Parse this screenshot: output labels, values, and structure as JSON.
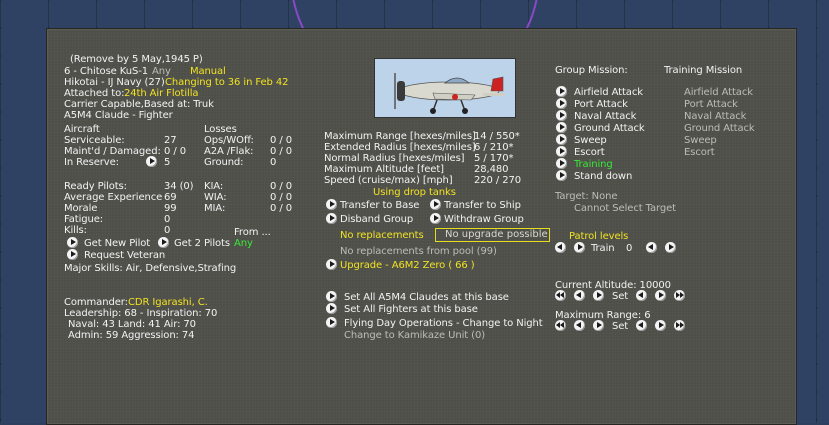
{
  "unit": {
    "remove_by": "(Remove by  5 May,1945  P)",
    "name_line": "6 - Chitose KuS-1",
    "mode_any": "Any",
    "mode_manual": "Manual",
    "hikotai_line": "Hikotai - IJ Navy (27)",
    "changing": "Changing to 36 in Feb 42",
    "attached_label": "Attached to:",
    "attached_value": "24th Air Flotilla",
    "carrier_line": "Carrier Capable,Based at:  Truk",
    "aircraft_type": "A5M4 Claude - Fighter"
  },
  "aircraft": {
    "header": "Aircraft",
    "serviceable_label": "Serviceable:",
    "serviceable_value": "27",
    "maint_label": "Maint'd / Damaged:",
    "maint_value": "0 / 0",
    "reserve_label": "In Reserve:",
    "reserve_value": "5"
  },
  "losses": {
    "header": "Losses",
    "ops_label": "Ops/WOff:",
    "ops_value": "0 / 0",
    "a2a_label": "A2A /Flak:",
    "a2a_value": "0 / 0",
    "ground_label": "Ground:",
    "ground_value": "0"
  },
  "pilots": {
    "ready_label": "Ready Pilots:",
    "ready_value": "34 (0)",
    "exp_label": "Average Experience",
    "exp_value": "69",
    "morale_label": "Morale",
    "morale_value": "99",
    "fatigue_label": "Fatigue:",
    "fatigue_value": "0",
    "kills_label": "Kills:",
    "kills_value": "0",
    "kia_label": "KIA:",
    "kia_value": "0 / 0",
    "wia_label": "WIA:",
    "wia_value": "0 / 0",
    "mia_label": "MIA:",
    "mia_value": "0 / 0",
    "from_label": "From ...",
    "from_value": "Any",
    "get_new_pilot": "Get New Pilot",
    "get_2_pilots": "Get 2 Pilots",
    "request_veteran": "Request Veteran",
    "major_skills": "Major Skills: Air, Defensive,Strafing"
  },
  "commander": {
    "label": "Commander:",
    "name": "CDR Igarashi, C.",
    "leadership": "Leadership: 68 - Inspiration: 70",
    "skills1": "Naval: 43  Land: 41  Air: 70",
    "skills2": "Admin: 59  Aggression: 74"
  },
  "stats": {
    "max_range_label": "Maximum Range [hexes/miles]",
    "max_range_value": "14 / 550*",
    "ext_radius_label": "Extended Radius [hexes/miles]",
    "ext_radius_value": "6 / 210*",
    "norm_radius_label": "Normal Radius [hexes/miles]",
    "norm_radius_value": "5 / 170*",
    "max_alt_label": "Maximum Altitude [feet]",
    "max_alt_value": "28,480",
    "speed_label": "Speed (cruise/max) [mph]",
    "speed_value": "220 / 270",
    "drop_tanks": "Using drop tanks"
  },
  "actions": {
    "transfer_base": "Transfer to Base",
    "transfer_ship": "Transfer to Ship",
    "disband": "Disband Group",
    "withdraw": "Withdraw Group",
    "no_replacements": "No replacements",
    "no_upgrade": "No upgrade possible",
    "no_repl_pool": "No replacements from pool (99)",
    "upgrade": "Upgrade - A6M2 Zero  ( 66 )",
    "set_all_claudes": "Set All A5M4 Claudes at this base",
    "set_all_fighters": "Set All Fighters at this base",
    "flying_day": "Flying Day Operations - Change to Night",
    "kamikaze": "Change to Kamikaze Unit (0)"
  },
  "mission": {
    "group_label": "Group Mission:",
    "training_label": "Training Mission",
    "items": [
      "Airfield Attack",
      "Port Attack",
      "Naval Attack",
      "Ground Attack",
      "Sweep",
      "Escort",
      "Training",
      "Stand down"
    ],
    "training_items": [
      "Airfield Attack",
      "Port Attack",
      "Naval Attack",
      "Ground Attack",
      "Sweep",
      "Escort"
    ],
    "target": "Target: None",
    "cannot_select": "Cannot Select Target",
    "patrol_levels": "Patrol levels",
    "train_label": "Train",
    "train_value": "0",
    "current_alt": "Current Altitude: 10000",
    "set_label": "Set",
    "max_range": "Maximum Range: 6",
    "set_label2": "Set"
  }
}
